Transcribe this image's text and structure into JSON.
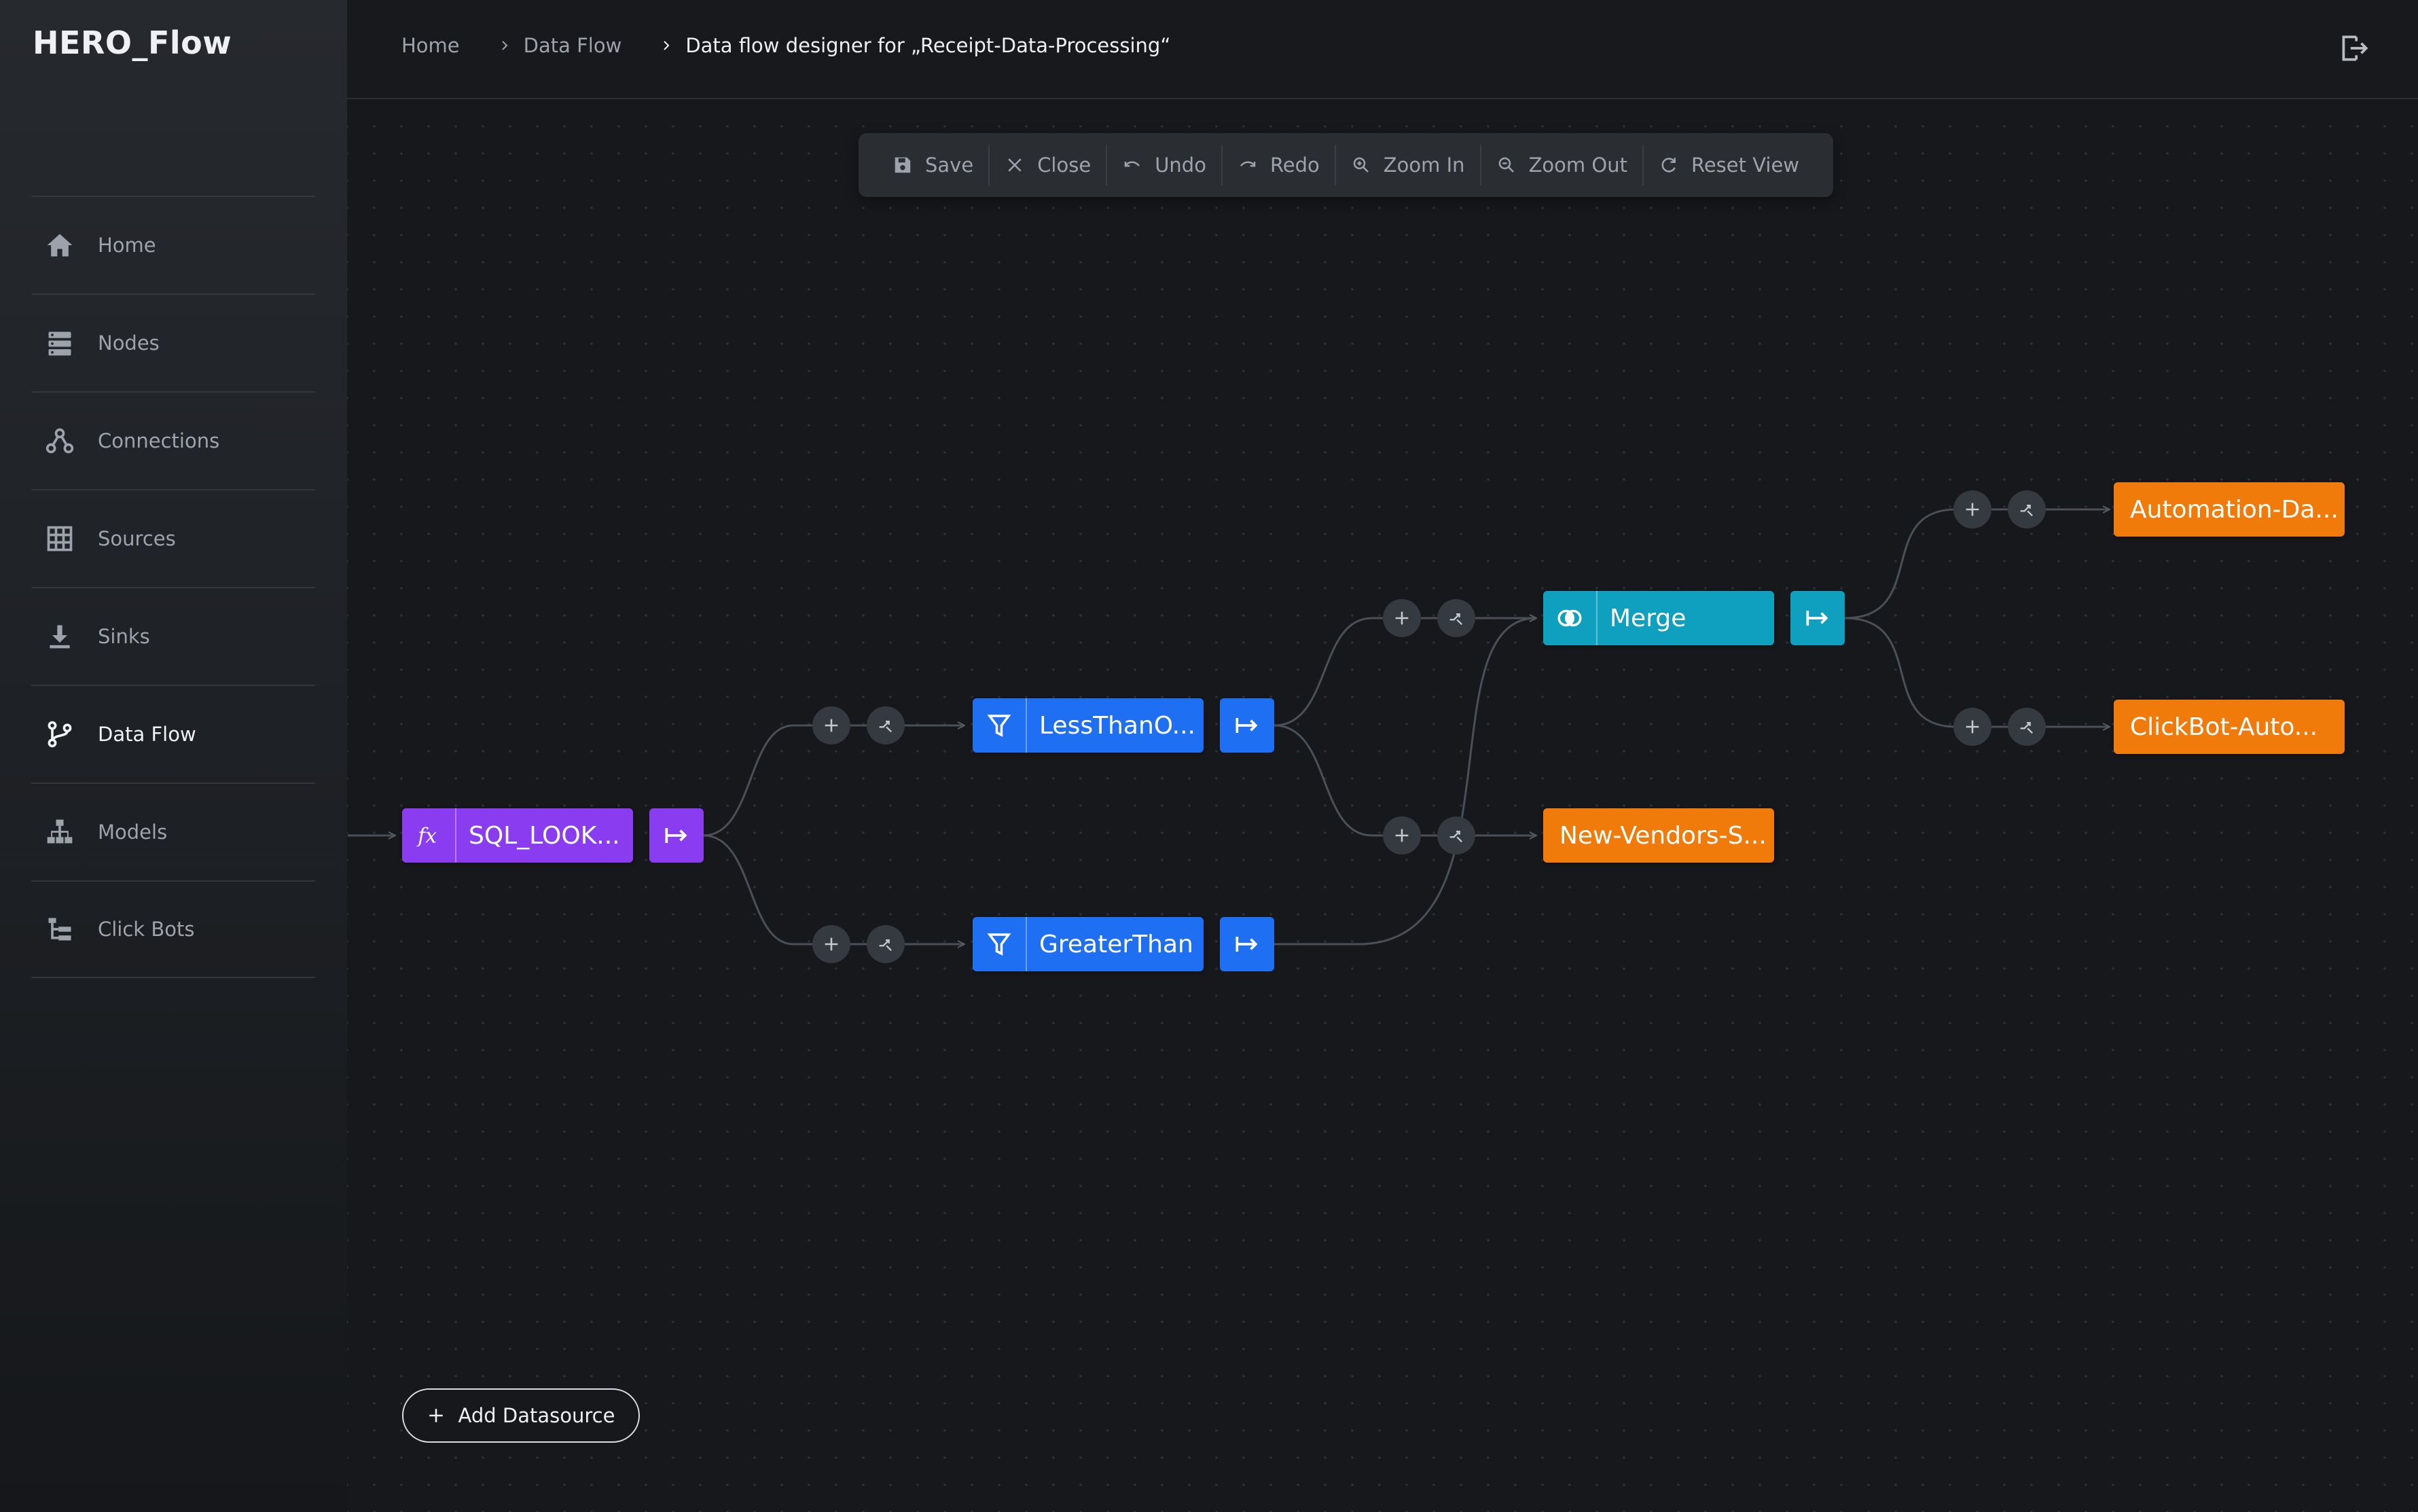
{
  "app": {
    "title": "HERO_Flow"
  },
  "sidebar": {
    "items": [
      {
        "label": "Home",
        "icon": "home-icon",
        "active": false
      },
      {
        "label": "Nodes",
        "icon": "server-icon",
        "active": false
      },
      {
        "label": "Connections",
        "icon": "connections-icon",
        "active": false
      },
      {
        "label": "Sources",
        "icon": "table-icon",
        "active": false
      },
      {
        "label": "Sinks",
        "icon": "download-icon",
        "active": false
      },
      {
        "label": "Data Flow",
        "icon": "branch-icon",
        "active": true
      },
      {
        "label": "Models",
        "icon": "hierarchy-icon",
        "active": false
      },
      {
        "label": "Click Bots",
        "icon": "tree-list-icon",
        "active": false
      }
    ]
  },
  "header": {
    "breadcrumb": [
      "Home",
      "Data Flow",
      "Data flow designer for „Receipt-Data-Processing“"
    ]
  },
  "toolbar": {
    "buttons": [
      {
        "label": "Save",
        "icon": "save-icon"
      },
      {
        "label": "Close",
        "icon": "close-icon"
      },
      {
        "label": "Undo",
        "icon": "undo-icon"
      },
      {
        "label": "Redo",
        "icon": "redo-icon"
      },
      {
        "label": "Zoom In",
        "icon": "zoom-in-icon"
      },
      {
        "label": "Zoom Out",
        "icon": "zoom-out-icon"
      },
      {
        "label": "Reset View",
        "icon": "reset-icon"
      }
    ]
  },
  "flow": {
    "nodes": [
      {
        "id": "sql",
        "label": "SQL_LOOK...",
        "kind": "function",
        "icon": "function-icon",
        "color": "#8a3df0"
      },
      {
        "id": "less",
        "label": "LessThanO...",
        "kind": "filter",
        "icon": "filter-icon",
        "color": "#1f6ff2"
      },
      {
        "id": "greater",
        "label": "GreaterThan",
        "kind": "filter",
        "icon": "filter-icon",
        "color": "#1f6ff2"
      },
      {
        "id": "merge",
        "label": "Merge",
        "kind": "merge",
        "icon": "merge-icon",
        "color": "#0fa0c0"
      },
      {
        "id": "newvendors",
        "label": "New-Vendors-S...",
        "kind": "sink",
        "color": "#f07b0a"
      },
      {
        "id": "automation",
        "label": "Automation-Da...",
        "kind": "sink",
        "color": "#f07b0a"
      },
      {
        "id": "clickbot",
        "label": "ClickBot-Auto...",
        "kind": "sink",
        "color": "#f07b0a"
      }
    ]
  },
  "actions": {
    "add_datasource": "Add Datasource"
  }
}
